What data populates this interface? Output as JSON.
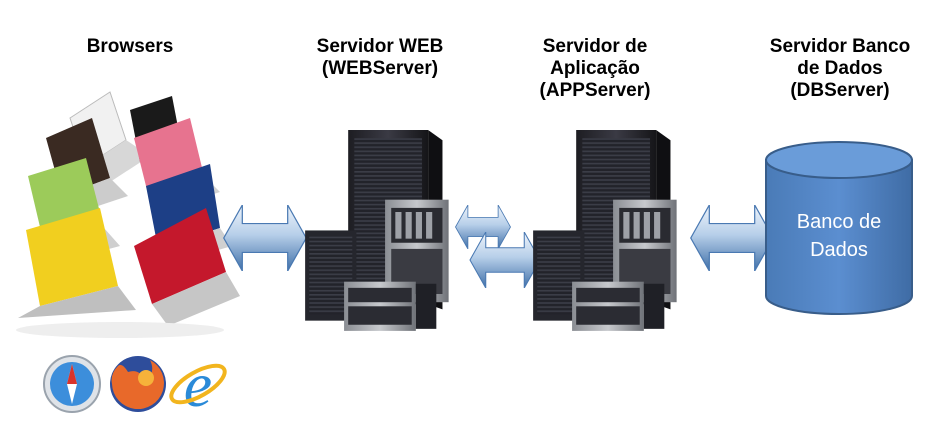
{
  "columns": {
    "browsers": {
      "title": [
        "Browsers"
      ]
    },
    "web_server": {
      "title": [
        "Servidor WEB",
        "(WEBServer)"
      ]
    },
    "app_server": {
      "title": [
        "Servidor de",
        "Aplicação",
        "(APPServer)"
      ]
    },
    "db_server": {
      "title": [
        "Servidor Banco",
        "de Dados",
        "(DBServer)"
      ]
    }
  },
  "database": {
    "label": [
      "Banco de",
      "Dados"
    ]
  },
  "colors": {
    "cylinder_fill": "#4f81bd",
    "cylinder_stroke": "#385d8a",
    "arrow_light": "#dbe8f5",
    "arrow_dark": "#4a79b2"
  },
  "icons": [
    "laptop-icon",
    "server-rack-icon",
    "database-cylinder-icon",
    "safari-icon",
    "firefox-icon",
    "internet-explorer-icon",
    "double-arrow-icon"
  ]
}
